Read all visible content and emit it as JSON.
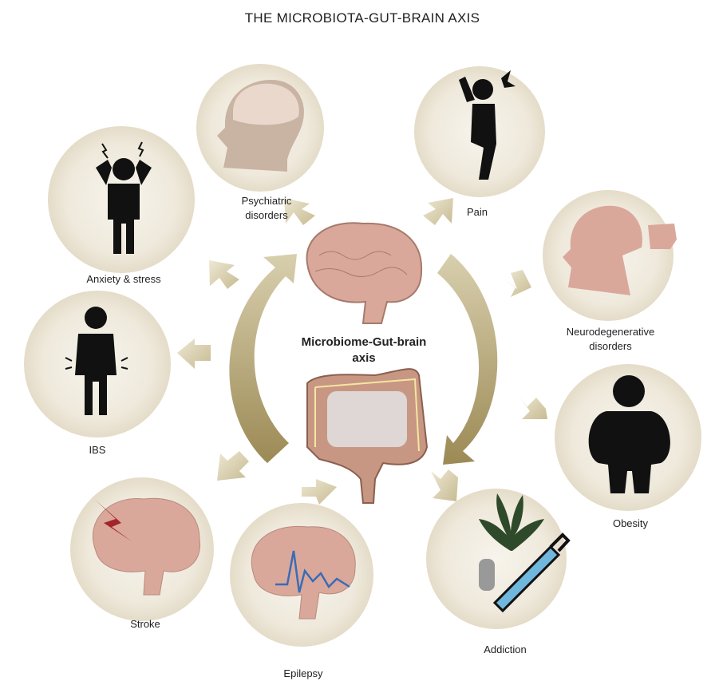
{
  "title": "THE MICROBIOTA-GUT-BRAIN AXIS",
  "center": {
    "line1": "Microbiome-Gut-brain",
    "line2": "axis"
  },
  "nodes": {
    "psychiatric": {
      "line1": "Psychiatric",
      "line2": "disorders",
      "icon": "head-brain-icon"
    },
    "pain": {
      "line1": "Pain",
      "icon": "person-pain-icon"
    },
    "anxiety": {
      "line1": "Anxiety & stress",
      "icon": "person-stress-icon"
    },
    "neuro": {
      "line1": "Neurodegenerative",
      "line2": "disorders",
      "icon": "head-puzzle-icon"
    },
    "ibs": {
      "line1": "IBS",
      "icon": "person-stomach-ache-icon"
    },
    "obesity": {
      "line1": "Obesity",
      "icon": "obese-person-icon"
    },
    "stroke": {
      "line1": "Stroke",
      "icon": "brain-lightning-icon"
    },
    "epilepsy": {
      "line1": "Epilepsy",
      "icon": "brain-eeg-icon"
    },
    "addiction": {
      "line1": "Addiction",
      "icon": "drugs-syringe-icon"
    }
  },
  "colors": {
    "circle": "#ede7d8",
    "arrow": "#b8a97a",
    "brain": "#d9a89b",
    "silhouette": "#111111"
  }
}
